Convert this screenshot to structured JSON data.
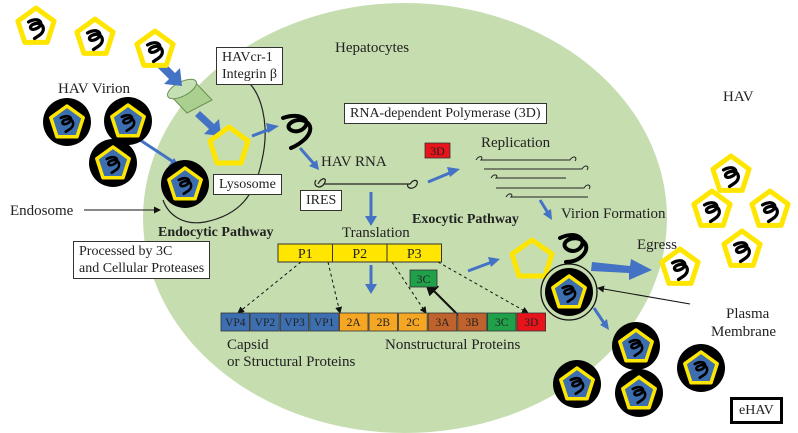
{
  "colors": {
    "cell_fill": "#c6ddb0",
    "arrow_blue": "#4472c4",
    "yellow": "#ffe600",
    "virion_black": "#000000",
    "virion_blue": "#3d6fb0",
    "red": "#e8141b",
    "green": "#21a04a",
    "orange": "#f5a623",
    "brown": "#c0622b",
    "vp_blue": "#3d6fb0"
  },
  "labels": {
    "hepatocytes": "Hepatocytes",
    "hav_virion": "HAV Virion",
    "hav_right": "HAV",
    "receptor_line1": "HAVcr-1",
    "receptor_line2": "Integrin β",
    "polymerase": "RNA-dependent Polymerase (3D)",
    "hav_rna": "HAV RNA",
    "replication": "Replication",
    "lysosome": "Lysosome",
    "endosome": "Endosome",
    "ires": "IRES",
    "endocytic_pathway": "Endocytic Pathway",
    "exocytic_pathway": "Exocytic Pathway",
    "virion_formation": "Virion Formation",
    "egress": "Egress",
    "translation": "Translation",
    "processed_line1": "Processed by 3C",
    "processed_line2": "and Cellular Proteases",
    "plasma_line1": "Plasma",
    "plasma_line2": "Membrane",
    "capsid_line1": "Capsid",
    "capsid_line2": "or Structural Proteins",
    "nonstructural": "Nonstructural Proteins",
    "ehav": "eHAV",
    "polymerase_badge": "3D",
    "protease_badge": "3C"
  },
  "polyprotein": [
    "P1",
    "P2",
    "P3"
  ],
  "proteins": [
    {
      "name": "VP4",
      "color": "#3d6fb0"
    },
    {
      "name": "VP2",
      "color": "#3d6fb0"
    },
    {
      "name": "VP3",
      "color": "#3d6fb0"
    },
    {
      "name": "VP1",
      "color": "#3d6fb0"
    },
    {
      "name": "2A",
      "color": "#f5a623"
    },
    {
      "name": "2B",
      "color": "#f5a623"
    },
    {
      "name": "2C",
      "color": "#f5a623"
    },
    {
      "name": "3A",
      "color": "#c0622b"
    },
    {
      "name": "3B",
      "color": "#c0622b"
    },
    {
      "name": "3C",
      "color": "#21a04a"
    },
    {
      "name": "3D",
      "color": "#e8141b"
    }
  ]
}
